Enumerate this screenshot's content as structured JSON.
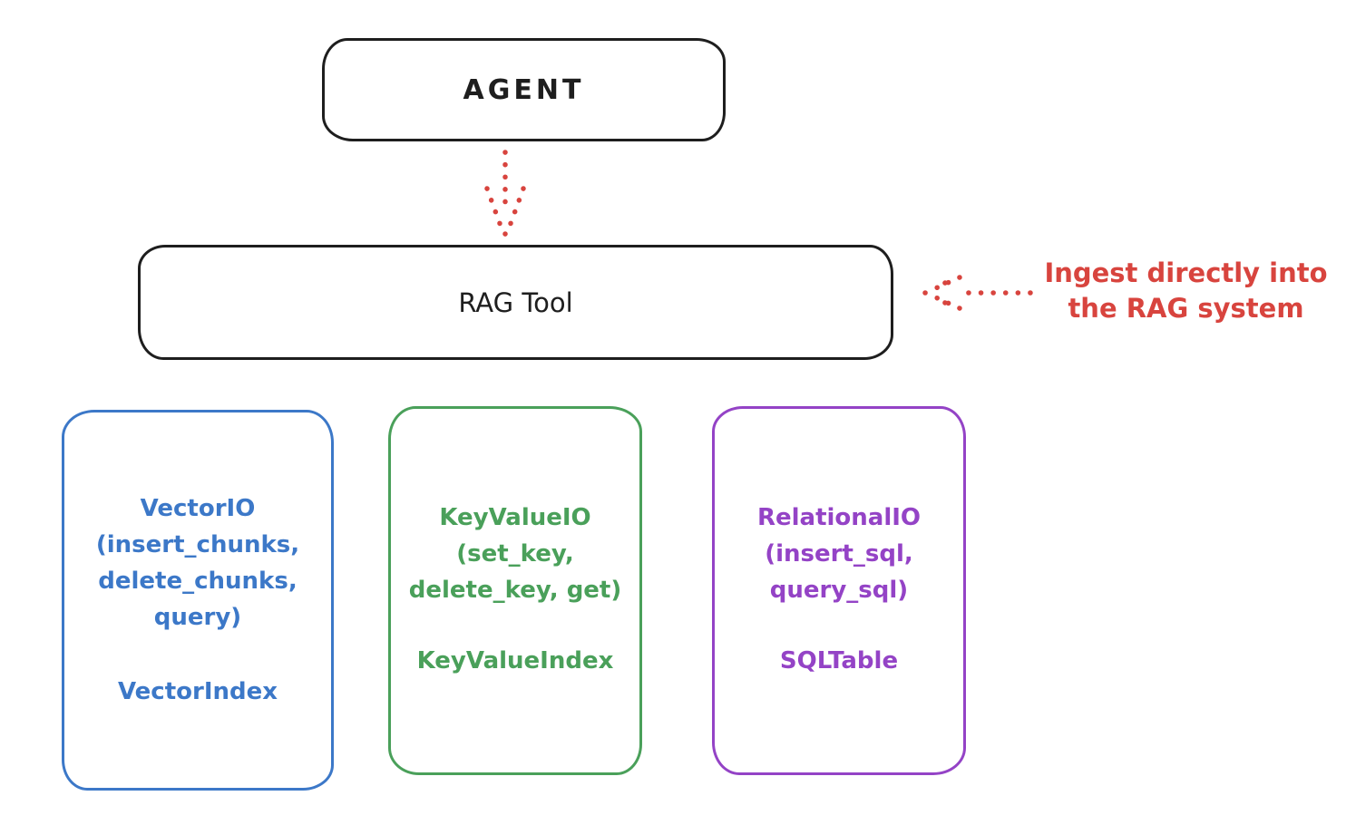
{
  "diagram": {
    "background": "#ffffff",
    "stroke_black": "#1e1e1e",
    "accent_red": "#d8443e",
    "agent": {
      "label": "AGENT"
    },
    "rag_tool": {
      "label": "RAG Tool"
    },
    "annotation": {
      "line1": "Ingest directly into",
      "line2": "the RAG system",
      "color": "#d8443e",
      "arrow_style": "dotted-left-arrow"
    },
    "agent_to_rag_arrow_style": "dotted-down-arrow",
    "boxes": [
      {
        "id": "vector-io",
        "color": "#3c78c8",
        "lines": [
          "VectorIO",
          "(insert_chunks,",
          "delete_chunks,",
          "query)"
        ],
        "footer": "VectorIndex"
      },
      {
        "id": "keyvalue-io",
        "color": "#4aa05a",
        "lines": [
          "KeyValueIO",
          "(set_key,",
          "delete_key, get)"
        ],
        "footer": "KeyValueIndex"
      },
      {
        "id": "relational-io",
        "color": "#9443c6",
        "lines": [
          "RelationalIO",
          "(insert_sql,",
          "query_sql)"
        ],
        "footer": "SQLTable"
      }
    ]
  }
}
